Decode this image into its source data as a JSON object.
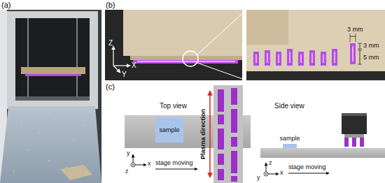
{
  "diagram": {
    "nodes": [
      {
        "text": [
          "sample"
        ]
      },
      {
        "text": [
          "sample"
        ]
      }
    ],
    "labels": [
      "(a)",
      "(b)",
      "Z",
      "X",
      "Y",
      "3 mm",
      "3 mm",
      "5 mm",
      "(c)",
      "Top view",
      "Plasma direction",
      "y",
      "z",
      "x",
      "stage moving",
      "Side view",
      "z",
      "y",
      "x",
      "stage moving"
    ]
  }
}
